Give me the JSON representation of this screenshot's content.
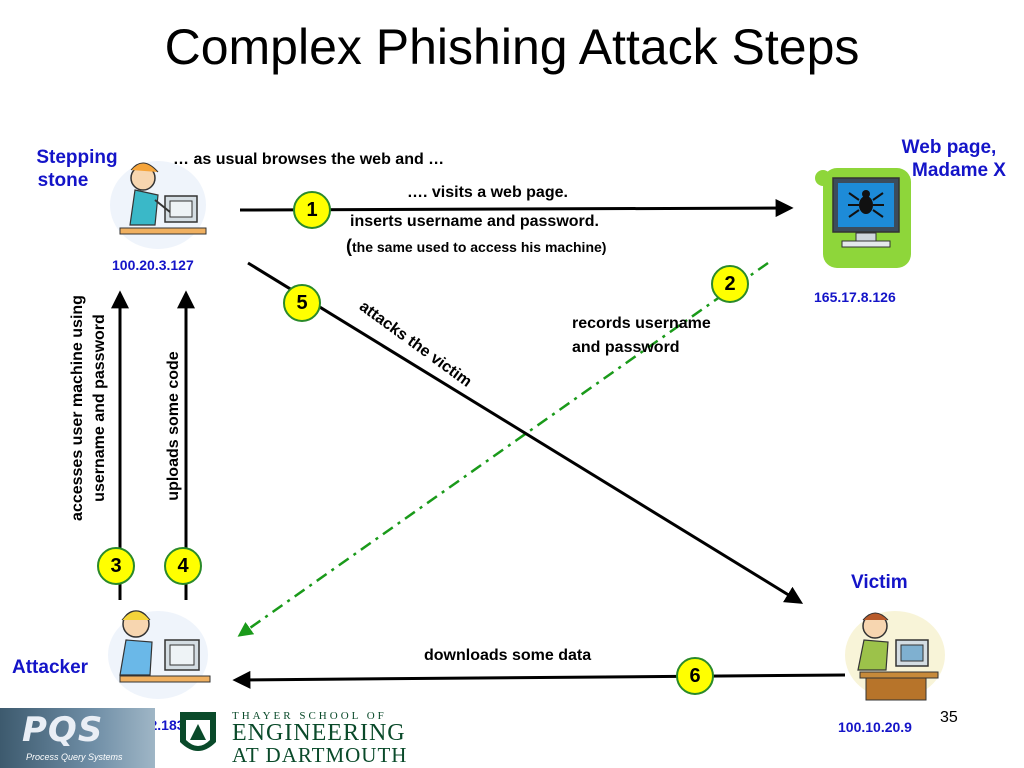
{
  "slide": {
    "title": "Complex Phishing Attack Steps",
    "page_number": "35"
  },
  "nodes": {
    "stepping_stone": {
      "label_line1": "Stepping",
      "label_line2": "stone",
      "ip": "100.20.3.127"
    },
    "web_page": {
      "label_line1": "Web page,",
      "label_line2": "Madame X",
      "ip": "165.17.8.126"
    },
    "victim": {
      "label": "Victim",
      "ip": "100.10.20.9"
    },
    "attacker": {
      "label": "Attacker",
      "ip": "51.251.22.183"
    }
  },
  "annotations": {
    "browses": "… as usual browses the web and …",
    "visits": "…. visits a web page.",
    "inserts": "inserts username and password.",
    "same_paren_open": "(",
    "same_used": "the same used to access his machine)",
    "records_line1": "records username",
    "records_line2": "and password",
    "attacks": "attacks the victim",
    "accesses_line1": "accesses user machine using",
    "accesses_line2": "username and password",
    "uploads": "uploads some code",
    "downloads": "downloads some data"
  },
  "steps": [
    "1",
    "2",
    "3",
    "4",
    "5",
    "6"
  ],
  "footer": {
    "pqs_logo": "PQS",
    "pqs_sub": "Process Query Systems",
    "thayer_line1": "THAYER SCHOOL OF",
    "thayer_line2": "ENGINEERING",
    "thayer_line3": "AT DARTMOUTH"
  },
  "colors": {
    "node_blue": "#1414c8",
    "badge_fill": "#ffff00",
    "badge_border": "#2a8a2a",
    "dashdot_green": "#1a9a1a",
    "arrow_black": "#000000"
  }
}
